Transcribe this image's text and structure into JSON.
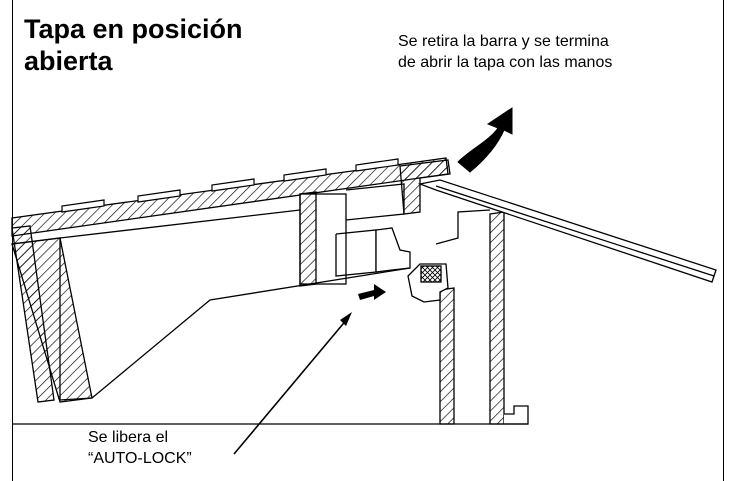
{
  "title": {
    "line1": "Tapa en posición",
    "line2": "abierta"
  },
  "callout_top": {
    "line1": "Se retira la barra y se termina",
    "line2": "de abrir la tapa con las manos"
  },
  "callout_bottom": {
    "line1": "Se libera el",
    "line2": "“AUTO-LOCK”"
  }
}
